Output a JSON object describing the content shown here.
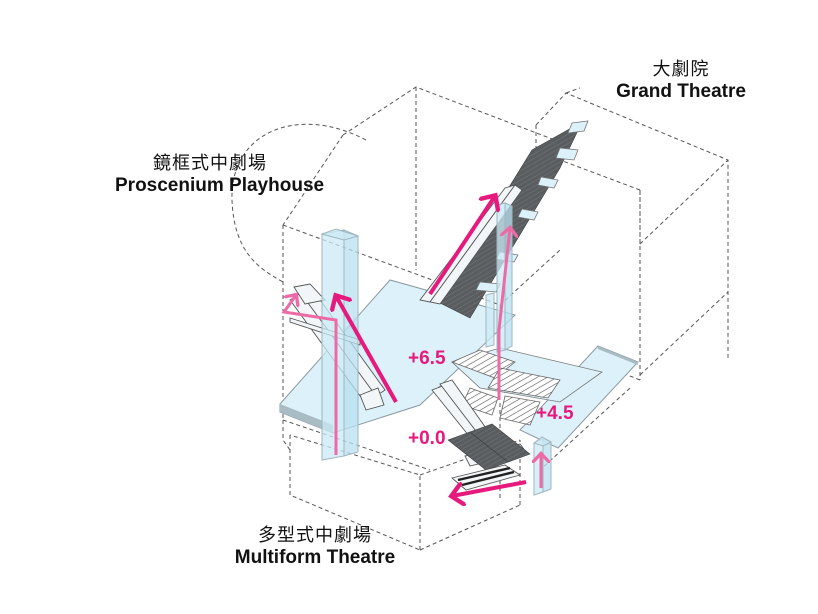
{
  "labels": {
    "grand_theatre": {
      "zh": "大劇院",
      "en": "Grand Theatre"
    },
    "proscenium_playhouse": {
      "zh": "鏡框式中劇場",
      "en": "Proscenium Playhouse"
    },
    "multiform_theatre": {
      "zh": "多型式中劇場",
      "en": "Multiform Theatre"
    }
  },
  "levels": {
    "upper": "+6.5",
    "middle": "+4.5",
    "ground": "+0.0"
  },
  "colors": {
    "accent_magenta": "#e6197d",
    "accent_pink": "#ee6aa7",
    "slab_blue": "#dcf1fa",
    "stair_dark": "#5a5d60",
    "outline_dash": "#555555"
  },
  "icons": {
    "circulation_arrow": "magenta-arrow",
    "lift_arrow": "pink-arrow"
  }
}
